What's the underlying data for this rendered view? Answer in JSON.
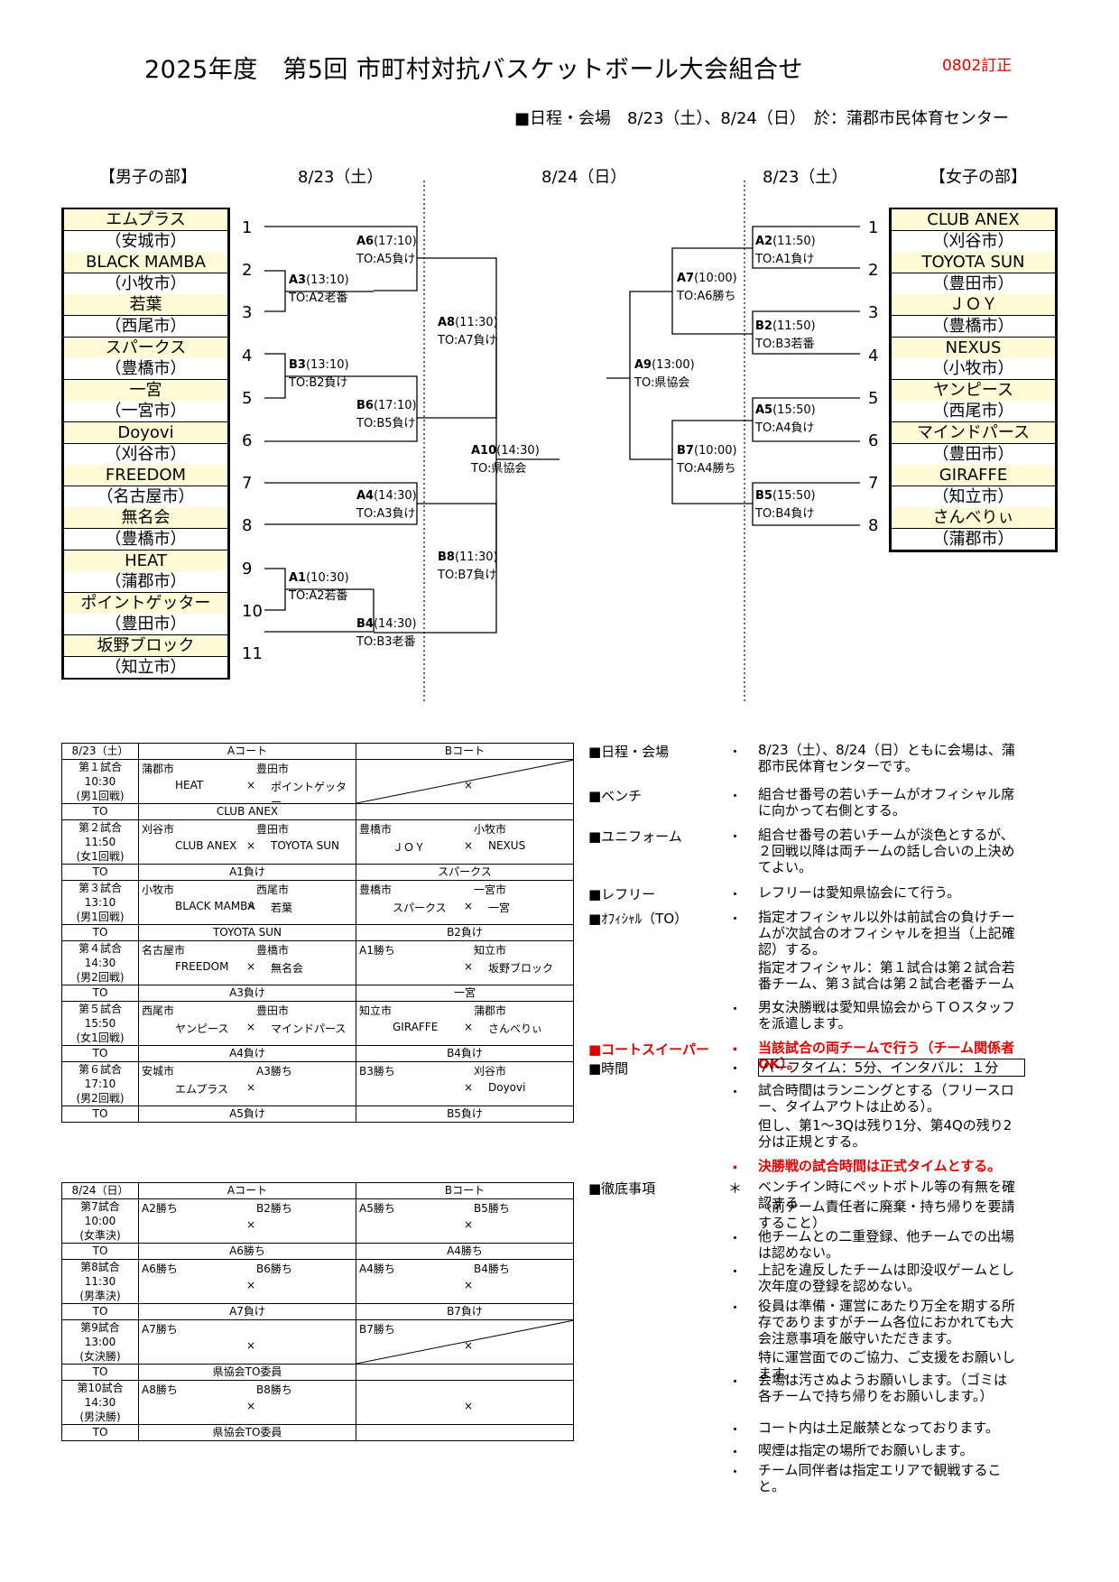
{
  "header": {
    "title": "2025年度　第5回 市町村対抗バスケットボール大会組合せ",
    "correction": "0802訂正",
    "schedule": "■日程・会場　8/23（土）、8/24（日）　於：蒲郡市民体育センター"
  },
  "bracket": {
    "men_label": "【男子の部】",
    "women_label": "【女子の部】",
    "day1_left": "8/23（土）",
    "day2": "8/24（日）",
    "day1_right": "8/23（土）",
    "men_teams": [
      {
        "name": "エムプラス",
        "city": "（安城市）"
      },
      {
        "name": "BLACK MAMBA",
        "city": "（小牧市）"
      },
      {
        "name": "若葉",
        "city": "（西尾市）"
      },
      {
        "name": "スパークス",
        "city": "（豊橋市）"
      },
      {
        "name": "一宮",
        "city": "（一宮市）"
      },
      {
        "name": "Doyovi",
        "city": "（刈谷市）"
      },
      {
        "name": "FREEDOM",
        "city": "（名古屋市）"
      },
      {
        "name": "無名会",
        "city": "（豊橋市）"
      },
      {
        "name": "HEAT",
        "city": "（蒲郡市）"
      },
      {
        "name": "ポイントゲッター",
        "city": "（豊田市）"
      },
      {
        "name": "坂野ブロック",
        "city": "（知立市）"
      }
    ],
    "women_teams": [
      {
        "name": "CLUB ANEX",
        "city": "（刈谷市）"
      },
      {
        "name": "TOYOTA SUN",
        "city": "（豊田市）"
      },
      {
        "name": "ＪＯＹ",
        "city": "（豊橋市）"
      },
      {
        "name": "NEXUS",
        "city": "（小牧市）"
      },
      {
        "name": "ヤンピース",
        "city": "（西尾市）"
      },
      {
        "name": "マインドパース",
        "city": "（豊田市）"
      },
      {
        "name": "GIRAFFE",
        "city": "（知立市）"
      },
      {
        "name": "さんべりぃ",
        "city": "（蒲郡市）"
      }
    ],
    "men_seeds": [
      "1",
      "2",
      "3",
      "4",
      "5",
      "6",
      "7",
      "8",
      "9",
      "10",
      "11"
    ],
    "women_seeds": [
      "1",
      "2",
      "3",
      "4",
      "5",
      "6",
      "7",
      "8"
    ],
    "matches": {
      "a6": {
        "id": "A6",
        "time": "(17:10)",
        "to": "TO:A5負け"
      },
      "a3": {
        "id": "A3",
        "time": "(13:10)",
        "to": "TO:A2老番"
      },
      "b3": {
        "id": "B3",
        "time": "(13:10)",
        "to": "TO:B2負け"
      },
      "b6": {
        "id": "B6",
        "time": "(17:10)",
        "to": "TO:B5負け"
      },
      "a8": {
        "id": "A8",
        "time": "(11:30)",
        "to": "TO:A7負け"
      },
      "a4": {
        "id": "A4",
        "time": "(14:30)",
        "to": "TO:A3負け"
      },
      "a1": {
        "id": "A1",
        "time": "(10:30)",
        "to": "TO:A2若番"
      },
      "b4": {
        "id": "B4",
        "time": "(14:30)",
        "to": "TO:B3老番"
      },
      "b8": {
        "id": "B8",
        "time": "(11:30)",
        "to": "TO:B7負け"
      },
      "a10": {
        "id": "A10",
        "time": "(14:30)",
        "to": "TO:県協会"
      },
      "a9": {
        "id": "A9",
        "time": "(13:00)",
        "to": "TO:県協会"
      },
      "a7": {
        "id": "A7",
        "time": "(10:00)",
        "to": "TO:A6勝ち"
      },
      "b7": {
        "id": "B7",
        "time": "(10:00)",
        "to": "TO:A4勝ち"
      },
      "a2": {
        "id": "A2",
        "time": "(11:50)",
        "to": "TO:A1負け"
      },
      "b2": {
        "id": "B2",
        "time": "(11:50)",
        "to": "TO:B3若番"
      },
      "a5": {
        "id": "A5",
        "time": "(15:50)",
        "to": "TO:A4負け"
      },
      "b5": {
        "id": "B5",
        "time": "(15:50)",
        "to": "TO:B4負け"
      }
    }
  },
  "table1": {
    "day": "8/23（土）",
    "court_a": "Aコート",
    "court_b": "Bコート",
    "rows": [
      {
        "m1": "第１試合",
        "m2": "10:30",
        "m3": "(男1回戦)",
        "a_l": "蒲郡市",
        "a_r": "豊田市",
        "a_t1": "HEAT",
        "a_x": "×",
        "a_t2": "ポイントゲッター",
        "b_l": "",
        "b_r": "",
        "b_t1": "",
        "b_x": "×",
        "b_t2": "",
        "to": "TO",
        "to_a": "CLUB ANEX",
        "to_b": "",
        "b_empty": true
      },
      {
        "m1": "第２試合",
        "m2": "11:50",
        "m3": "(女1回戦)",
        "a_l": "刈谷市",
        "a_r": "豊田市",
        "a_t1": "CLUB ANEX",
        "a_x": "×",
        "a_t2": "TOYOTA SUN",
        "b_l": "豊橋市",
        "b_r": "小牧市",
        "b_t1": "ＪＯＹ",
        "b_x": "×",
        "b_t2": "NEXUS",
        "to": "TO",
        "to_a": "A1負け",
        "to_b": "スパークス"
      },
      {
        "m1": "第３試合",
        "m2": "13:10",
        "m3": "(男1回戦)",
        "a_l": "小牧市",
        "a_r": "西尾市",
        "a_t1": "BLACK MAMBA",
        "a_x": "×",
        "a_t2": "若葉",
        "b_l": "豊橋市",
        "b_r": "一宮市",
        "b_t1": "スパークス",
        "b_x": "×",
        "b_t2": "一宮",
        "to": "TO",
        "to_a": "TOYOTA SUN",
        "to_b": "B2負け"
      },
      {
        "m1": "第４試合",
        "m2": "14:30",
        "m3": "(男2回戦)",
        "a_l": "名古屋市",
        "a_r": "豊橋市",
        "a_t1": "FREEDOM",
        "a_x": "×",
        "a_t2": "無名会",
        "b_l": "A1勝ち",
        "b_r": "知立市",
        "b_t1": "",
        "b_x": "×",
        "b_t2": "坂野ブロック",
        "to": "TO",
        "to_a": "A3負け",
        "to_b": "一宮"
      },
      {
        "m1": "第５試合",
        "m2": "15:50",
        "m3": "(女1回戦)",
        "a_l": "西尾市",
        "a_r": "豊田市",
        "a_t1": "ヤンピース",
        "a_x": "×",
        "a_t2": "マインドパース",
        "b_l": "知立市",
        "b_r": "蒲郡市",
        "b_t1": "GIRAFFE",
        "b_x": "×",
        "b_t2": "さんべりぃ",
        "to": "TO",
        "to_a": "A4負け",
        "to_b": "B4負け"
      },
      {
        "m1": "第６試合",
        "m2": "17:10",
        "m3": "(男2回戦)",
        "a_l": "安城市",
        "a_r": "A3勝ち",
        "a_t1": "エムプラス",
        "a_x": "×",
        "a_t2": "",
        "b_l": "B3勝ち",
        "b_r": "刈谷市",
        "b_t1": "",
        "b_x": "×",
        "b_t2": "Doyovi",
        "to": "TO",
        "to_a": "A5負け",
        "to_b": "B5負け"
      }
    ]
  },
  "table2": {
    "day": "8/24（日）",
    "court_a": "Aコート",
    "court_b": "Bコート",
    "rows": [
      {
        "m1": "第7試合",
        "m2": "10:00",
        "m3": "(女準決)",
        "a_l": "A2勝ち",
        "a_r": "B2勝ち",
        "a_x": "×",
        "b_l": "A5勝ち",
        "b_r": "B5勝ち",
        "b_x": "×",
        "to": "TO",
        "to_a": "A6勝ち",
        "to_b": "A4勝ち"
      },
      {
        "m1": "第8試合",
        "m2": "11:30",
        "m3": "(男準決)",
        "a_l": "A6勝ち",
        "a_r": "B6勝ち",
        "a_x": "×",
        "b_l": "A4勝ち",
        "b_r": "B4勝ち",
        "b_x": "×",
        "to": "TO",
        "to_a": "A7負け",
        "to_b": "B7負け"
      },
      {
        "m1": "第9試合",
        "m2": "13:00",
        "m3": "(女決勝)",
        "a_l": "A7勝ち",
        "a_r": "",
        "a_x": "×",
        "b_l": "B7勝ち",
        "b_r": "",
        "b_x": "×",
        "to": "TO",
        "to_a": "県協会TO委員",
        "to_b": ""
      },
      {
        "m1": "第10試合",
        "m2": "14:30",
        "m3": "(男決勝)",
        "a_l": "A8勝ち",
        "a_r": "B8勝ち",
        "a_x": "×",
        "b_l": "",
        "b_r": "",
        "b_x": "×",
        "to": "TO",
        "to_a": "県協会TO委員",
        "to_b": ""
      }
    ]
  },
  "rules": [
    {
      "label": "■日程・会場",
      "bullet": "・",
      "text": "8/23（土）、8/24（日）ともに会場は、蒲郡市民体育センターです。"
    },
    {
      "label": "■ベンチ",
      "bullet": "・",
      "text": "組合せ番号の若いチームがオフィシャル席に向かって右側とする。"
    },
    {
      "label": "■ユニフォーム",
      "bullet": "・",
      "text": "組合せ番号の若いチームが淡色とするが、２回戦以降は両チームの話し合いの上決めてよい。"
    },
    {
      "label": "■レフリー",
      "bullet": "・",
      "text": "レフリーは愛知県協会にて行う。"
    },
    {
      "label": "■ｵﾌｨｼｬﾙ（TO）",
      "bullet": "・",
      "text": "指定オフィシャル以外は前試合の負けチームが次試合のオフィシャルを担当（上記確認）する。"
    },
    {
      "label": "",
      "bullet": "",
      "text": "指定オフィシャル：第１試合は第２試合若番チーム、第３試合は第２試合老番チーム"
    },
    {
      "label": "",
      "bullet": "・",
      "text": "男女決勝戦は愛知県協会からＴＯスタッフを派遣します。"
    },
    {
      "label": "■コートスイーパー",
      "bullet": "・",
      "text": "当該試合の両チームで行う（チーム関係者OK）。"
    },
    {
      "label": "■時間",
      "bullet": "・",
      "text": "ハーフタイム：5分、インタバル：１分"
    },
    {
      "label": "",
      "bullet": "・",
      "text": "試合時間はランニングとする（フリースロー、タイムアウトは止める）。"
    },
    {
      "label": "",
      "bullet": "",
      "text": "但し、第1～3Qは残り1分、第4Qの残り2分は正規とする。"
    },
    {
      "label": "",
      "bullet": "・",
      "text": "決勝戦の試合時間は正式タイムとする。"
    },
    {
      "label": "■徹底事項",
      "bullet": "＊",
      "text": "ベンチイン時にペットボトル等の有無を確認する"
    },
    {
      "label": "",
      "bullet": "",
      "text": "（前チーム責任者に廃棄・持ち帰りを要請すること）"
    },
    {
      "label": "",
      "bullet": "・",
      "text": "他チームとの二重登録、他チームでの出場は認めない。"
    },
    {
      "label": "",
      "bullet": "・",
      "text": "上記を違反したチームは即没収ゲームとし次年度の登録を認めない。"
    },
    {
      "label": "",
      "bullet": "・",
      "text": "役員は準備・運営にあたり万全を期する所存でありますがチーム各位におかれても大会注意事項を厳守いただきます。"
    },
    {
      "label": "",
      "bullet": "",
      "text": "特に運営面でのご協力、ご支援をお願いします。"
    },
    {
      "label": "",
      "bullet": "・",
      "text": "会場は汚さぬようお願いします。（ゴミは各チームで持ち帰りをお願いします。）"
    },
    {
      "label": "",
      "bullet": "・",
      "text": "コート内は土足厳禁となっております。"
    },
    {
      "label": "",
      "bullet": "・",
      "text": "喫煙は指定の場所でお願いします。"
    },
    {
      "label": "",
      "bullet": "・",
      "text": "チーム同伴者は指定エリアで観戦すること。"
    }
  ],
  "colors": {
    "team_fill": "#fffbd6",
    "red": "#e00000",
    "line": "#000000"
  }
}
